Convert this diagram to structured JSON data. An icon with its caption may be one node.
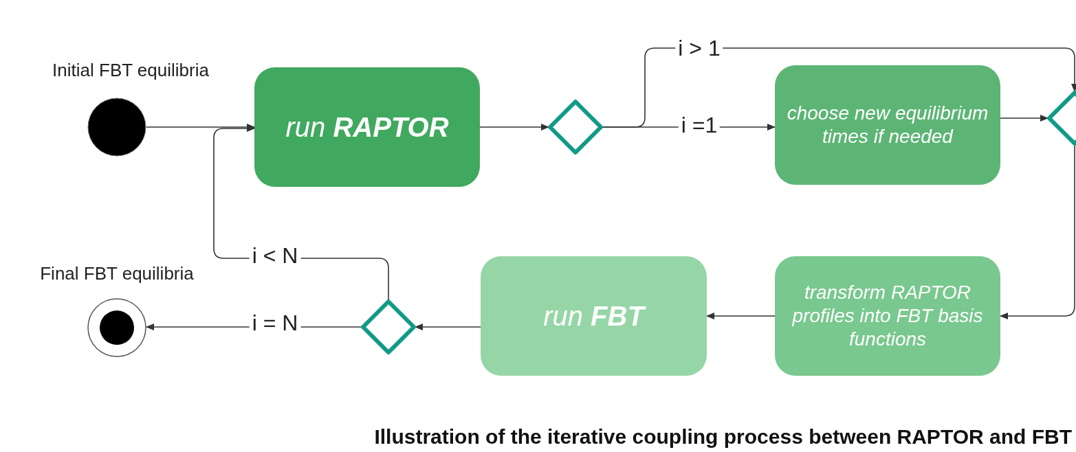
{
  "diagram": {
    "caption": "Illustration of the iterative coupling process between RAPTOR and FBT",
    "nodes": [
      {
        "text": [
          "Initial FBT equilibria"
        ]
      },
      {
        "text": [
          "run **RAPTOR**"
        ]
      },
      {
        "text": [],
        "shape": "diamond"
      },
      {
        "text": [
          "choose new equilibrium times if needed"
        ]
      },
      {
        "text": [],
        "shape": "diamond"
      },
      {
        "text": [
          "transform RAPTOR profiles into FBT basis functions"
        ]
      },
      {
        "text": [
          "run **FBT**"
        ]
      },
      {
        "text": [],
        "shape": "diamond"
      },
      {
        "text": [
          "Final FBT equilibria"
        ]
      }
    ],
    "edges": [
      {
        "from": 0,
        "to": 1,
        "arrow": "to"
      },
      {
        "from": 1,
        "to": 2,
        "arrow": "to"
      },
      {
        "from": 2,
        "to": 3,
        "label": "i =1",
        "arrow": "to"
      },
      {
        "from": 2,
        "to": 4,
        "label": "i > 1",
        "arrow": "to"
      },
      {
        "from": 3,
        "to": 4,
        "arrow": "to"
      },
      {
        "from": 4,
        "to": 5,
        "arrow": "to"
      },
      {
        "from": 5,
        "to": 6,
        "arrow": "to"
      },
      {
        "from": 6,
        "to": 7,
        "arrow": "to"
      },
      {
        "from": 7,
        "to": 8,
        "label": "i = N",
        "arrow": "to"
      },
      {
        "from": 7,
        "to": 1,
        "label": "i < N",
        "arrow": "to"
      }
    ]
  }
}
